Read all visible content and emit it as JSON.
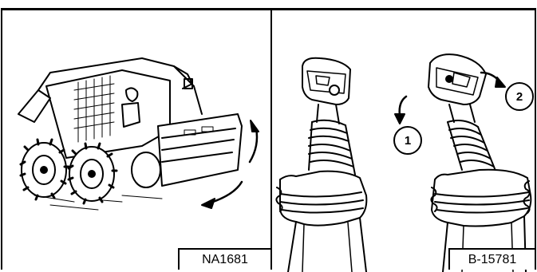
{
  "figures": [
    {
      "id": "loader",
      "label": "NA1681"
    },
    {
      "id": "joysticks",
      "label": "B-15781"
    }
  ],
  "callouts": [
    {
      "number": "1"
    },
    {
      "number": "2"
    }
  ]
}
